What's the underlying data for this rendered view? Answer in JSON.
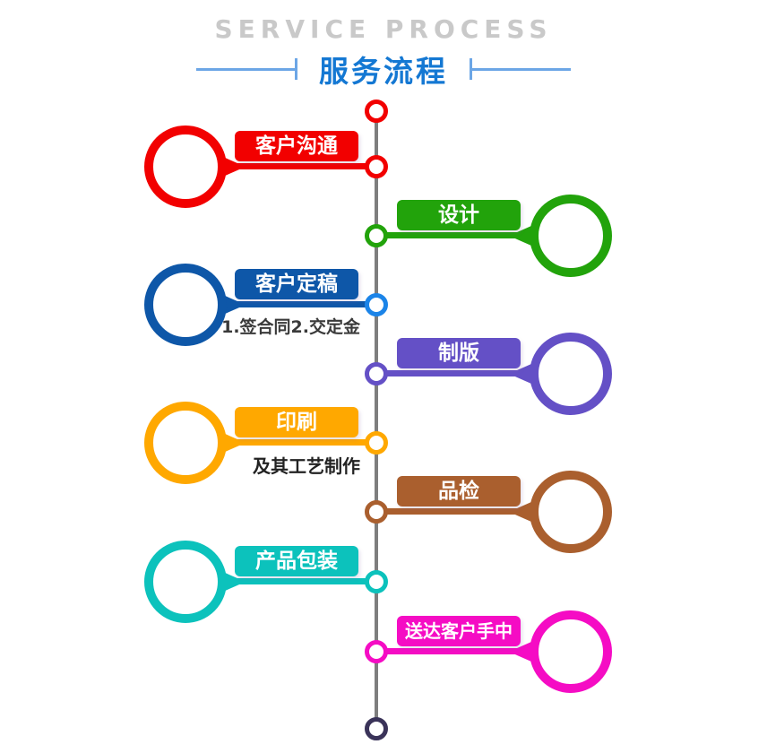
{
  "header": {
    "title_en": "SERVICE PROCESS",
    "title_zh": "服务流程",
    "title_en_color": "#c9c9c9",
    "title_zh_color": "#1478d3",
    "flank_line_color": "#6ca6e6"
  },
  "timeline": {
    "line_color": "#7e7e7e",
    "start_node_color": "#f20000",
    "end_node_color": "#3a3359"
  },
  "steps": [
    {
      "label": "客户沟通",
      "side": "left",
      "color": "#f20000"
    },
    {
      "label": "设计",
      "side": "right",
      "color": "#22a30b"
    },
    {
      "label": "客户定稿",
      "side": "left",
      "color": "#0e57a8",
      "node_color": "#1b84e8",
      "subtitle": "1.签合同2.交定金"
    },
    {
      "label": "制版",
      "side": "right",
      "color": "#6450c6"
    },
    {
      "label": "印刷",
      "side": "left",
      "color": "#ffa800",
      "subtitle": "及其工艺制作"
    },
    {
      "label": "品检",
      "side": "right",
      "color": "#aa5f2e"
    },
    {
      "label": "产品包装",
      "side": "left",
      "color": "#0cc2bc"
    },
    {
      "label": "送达客户手中",
      "side": "right",
      "color": "#f50cc4"
    }
  ]
}
